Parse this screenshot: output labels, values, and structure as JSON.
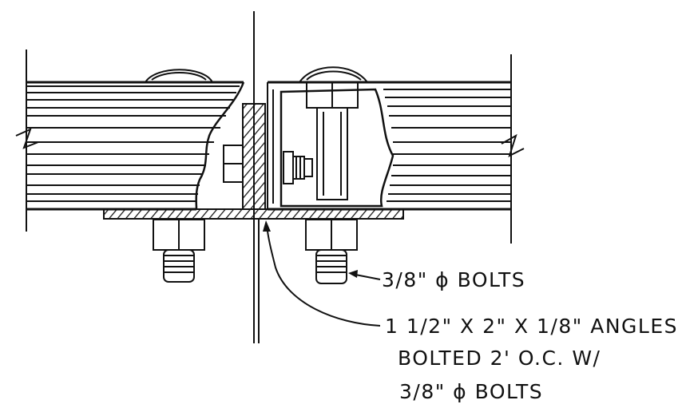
{
  "diagram": {
    "colors": {
      "ink": "#111111",
      "paper": "#ffffff"
    },
    "callouts": [
      {
        "text": "3/8\" ϕ BOLTS"
      },
      {
        "text": "1 1/2\" X 2\" X 1/8\" ANGLES"
      },
      {
        "text": "BOLTED   2' O.C. W/"
      },
      {
        "text": "3/8\" ϕ BOLTS"
      }
    ]
  }
}
